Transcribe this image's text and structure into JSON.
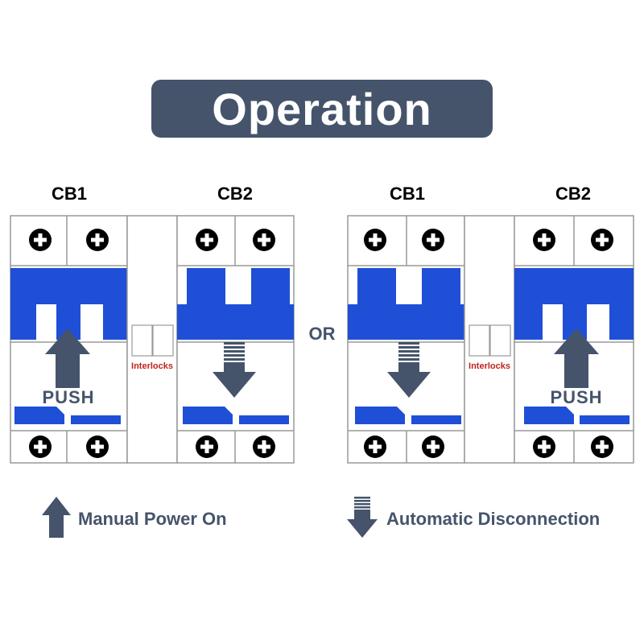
{
  "title": "Operation",
  "panels": [
    {
      "cb1": "CB1",
      "cb2": "CB2",
      "interlocks": "Interlocks",
      "push": "PUSH"
    },
    {
      "cb1": "CB1",
      "cb2": "CB2",
      "interlocks": "Interlocks",
      "push": "PUSH"
    }
  ],
  "or_label": "OR",
  "legend": {
    "manual": "Manual Power On",
    "automatic": "Automatic Disconnection"
  },
  "colors": {
    "title_bg": "#45546b",
    "breaker_blue": "#1f4fd6",
    "arrow": "#45546b",
    "legend_text": "#45546b",
    "interlock_text": "#c0241e",
    "frame": "#999999"
  }
}
